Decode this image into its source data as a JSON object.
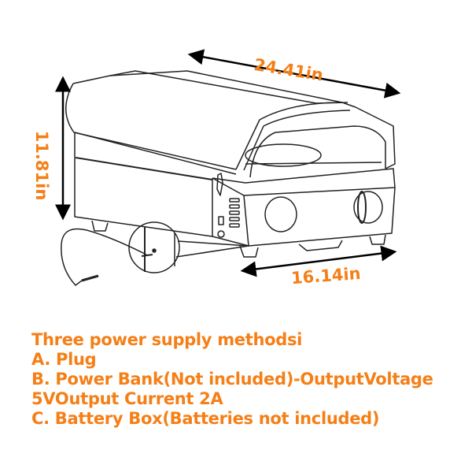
{
  "dimensions": {
    "width": "24.41in",
    "height": "11.81in",
    "depth": "16.14in"
  },
  "colors": {
    "accent": "#f57f17",
    "line": "#222222"
  },
  "notes": {
    "title": "Three power supply methodsi",
    "items": [
      "A. Plug",
      "B. Power Bank(Not included)-OutputVoltage",
      "5VOutput Current 2A",
      "C. Battery Box(Batteries not included)"
    ]
  }
}
